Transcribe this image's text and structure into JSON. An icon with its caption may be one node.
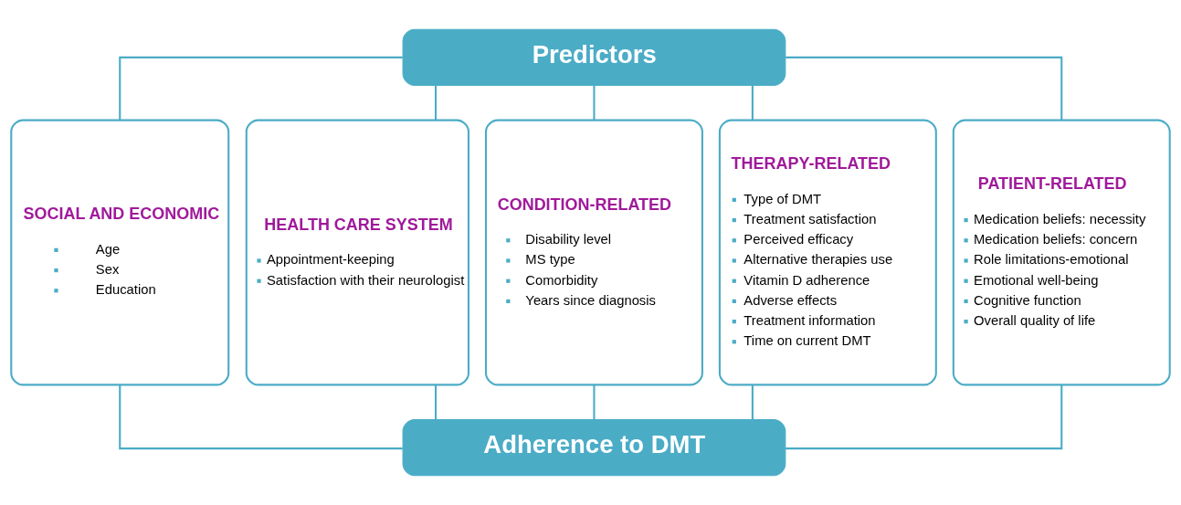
{
  "diagram": {
    "nodes": [
      {
        "text": [
          "Predictors"
        ]
      },
      {
        "text": [
          "SOCIAL AND ECONOMIC",
          "Age",
          "Sex",
          "Education"
        ]
      },
      {
        "text": [
          "HEALTH CARE SYSTEM",
          "Appointment-keeping",
          "Satisfaction with their neurologist"
        ]
      },
      {
        "text": [
          "CONDITION-RELATED",
          "Disability level",
          "MS type",
          "Comorbidity",
          "Years since diagnosis"
        ]
      },
      {
        "text": [
          "THERAPY-RELATED",
          "Type of DMT",
          "Treatment satisfaction",
          "Perceived efficacy",
          "Alternative therapies use",
          "Vitamin D adherence",
          "Adverse effects",
          "Treatment information",
          "Time on current DMT"
        ]
      },
      {
        "text": [
          "PATIENT-RELATED",
          "Medication beliefs: necessity",
          "Medication beliefs: concern",
          "Role limitations-emotional",
          "Emotional well-being",
          "Cognitive function",
          "Overall quality of life"
        ]
      },
      {
        "text": [
          "Adherence to DMT"
        ]
      }
    ],
    "edges": [
      {
        "from": 0,
        "to": 1,
        "arrow": "none"
      },
      {
        "from": 0,
        "to": 2,
        "arrow": "none"
      },
      {
        "from": 0,
        "to": 3,
        "arrow": "none"
      },
      {
        "from": 0,
        "to": 4,
        "arrow": "none"
      },
      {
        "from": 0,
        "to": 5,
        "arrow": "none"
      },
      {
        "from": 1,
        "to": 6,
        "arrow": "none"
      },
      {
        "from": 2,
        "to": 6,
        "arrow": "none"
      },
      {
        "from": 3,
        "to": 6,
        "arrow": "none"
      },
      {
        "from": 4,
        "to": 6,
        "arrow": "none"
      },
      {
        "from": 5,
        "to": 6,
        "arrow": "none"
      }
    ]
  }
}
